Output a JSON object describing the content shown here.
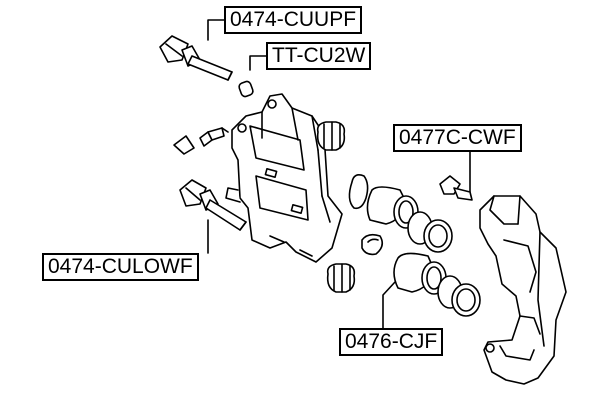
{
  "diagram": {
    "labels": {
      "upper_guide_pin": "0474-CUUPF",
      "guide_pin_boot": "TT-CU2W",
      "caliper_bracket": "0477C-CWF",
      "lower_guide_pin": "0474-CULOWF",
      "piston_seal_kit": "0476-CJF"
    },
    "colors": {
      "line": "#000000",
      "fill": "#ffffff"
    }
  }
}
